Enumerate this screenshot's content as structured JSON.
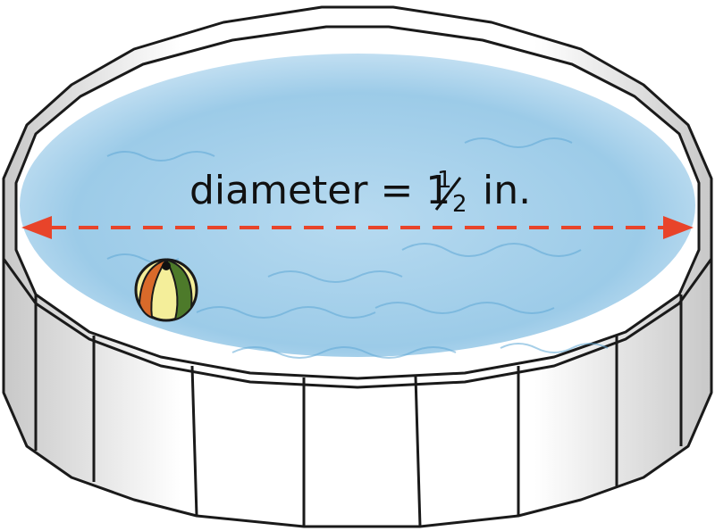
{
  "diagram": {
    "label": {
      "prefix": "diameter = 1",
      "fraction_numerator": "1",
      "fraction_denominator": "2",
      "suffix": "in."
    },
    "colors": {
      "wall": "#ffffff",
      "wall_shade": "#d9d9d9",
      "outline": "#1a1a1a",
      "water": "#9ccbe8",
      "water_light": "#c9e3f3",
      "wave": "#5fa8d6",
      "arrow": "#e8442a",
      "ball_yellow": "#f4ee9a",
      "ball_green": "#4d7a2a",
      "ball_orange": "#d96a2a"
    },
    "objects": [
      "pool-icon",
      "beach-ball-icon",
      "diameter-arrow-icon"
    ]
  }
}
